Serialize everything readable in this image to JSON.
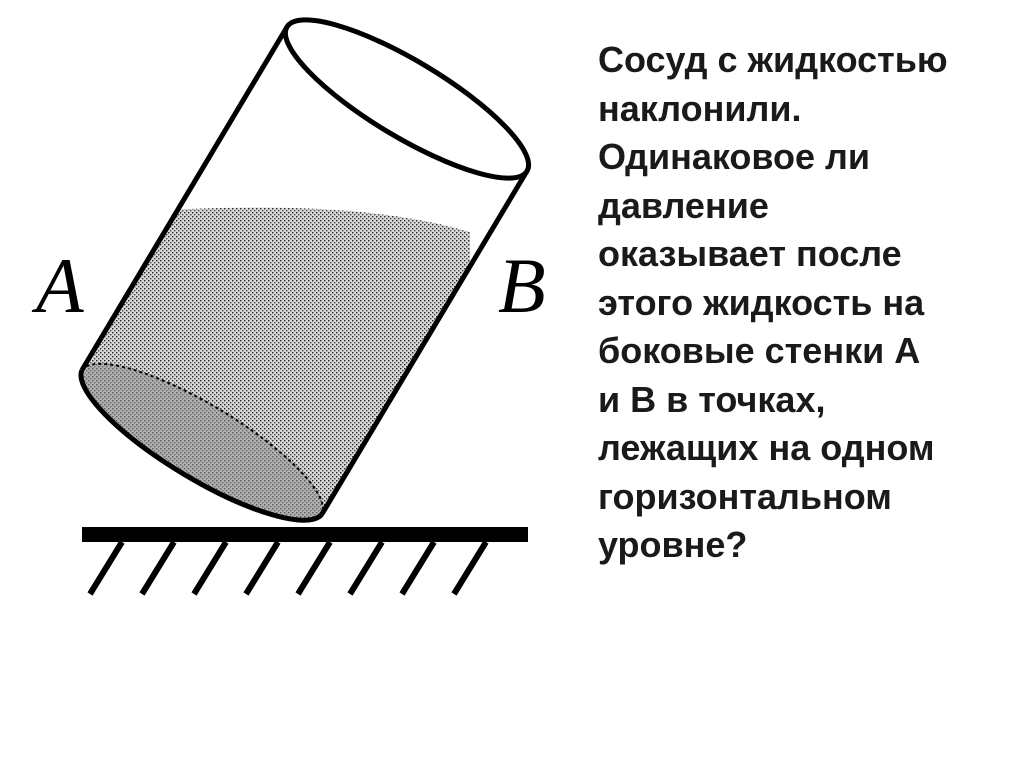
{
  "diagram": {
    "label_a": "A",
    "label_b": "B",
    "colors": {
      "outline": "#000000",
      "liquid_fill": "#b8b8b8",
      "background": "#ffffff"
    }
  },
  "question": {
    "lines": [
      "Сосуд с жидкостью",
      "наклонили.",
      "Одинаковое ли",
      "давление",
      "оказывает после",
      "этого жидкость на",
      "боковые стенки А",
      "и В в точках,",
      "лежащих на одном",
      "горизонтальном",
      "уровне?"
    ]
  }
}
